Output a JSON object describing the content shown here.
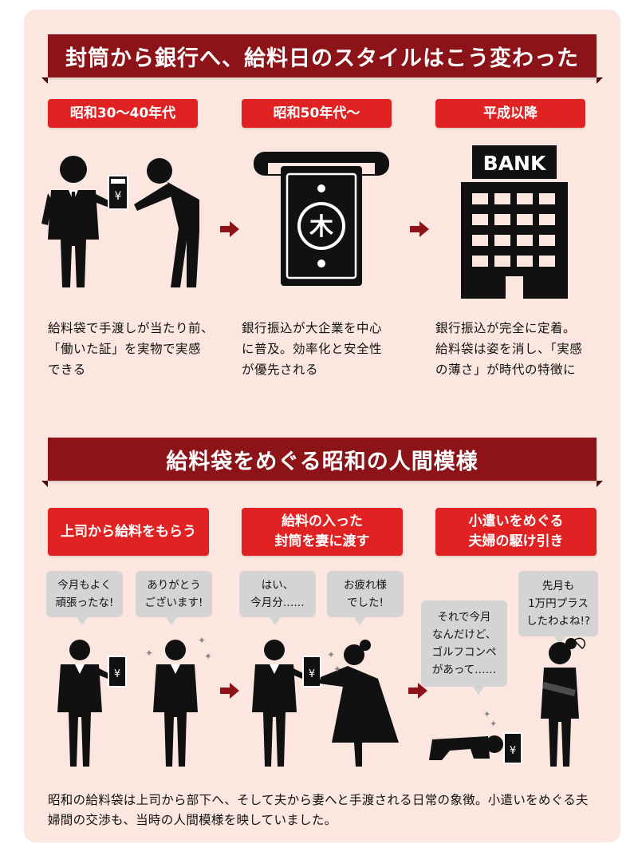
{
  "section1": {
    "title": "封筒から銀行へ、給料日のスタイルはこう変わった",
    "eras": [
      {
        "label": "昭和30〜40年代",
        "description": "給料袋で手渡しが当たり前、\n「働いた証」を実物で実感\nできる"
      },
      {
        "label": "昭和50年代〜",
        "description": "銀行振込が大企業を中心\nに普及。効率化と安全性\nが優先される"
      },
      {
        "label": "平成以降",
        "description": "銀行振込が完全に定着。\n給料袋は姿を消し、「実感\nの薄さ」が時代の特徴に"
      }
    ],
    "yen_mark": "¥",
    "bank_sign": "BANK"
  },
  "section2": {
    "title": "給料袋をめぐる昭和の人間模様",
    "scenes": [
      {
        "label": "上司から給料をもらう",
        "bubbles": [
          "今月もよく\n頑張ったな!",
          "ありがとう\nございます!"
        ]
      },
      {
        "label": "給料の入った\n封筒を妻に渡す",
        "bubbles": [
          "はい、\n今月分……",
          "お疲れ様\nでした!"
        ]
      },
      {
        "label": "小遣いをめぐる\n夫婦の駆け引き",
        "bubbles": [
          "それで今月\nなんだけど、\nゴルフコンペ\nがあって……",
          "先月も\n1万円プラス\nしたわよね!?"
        ]
      }
    ],
    "yen_mark": "¥"
  },
  "footer": "昭和の給料袋は上司から部下へ、そして夫から妻へと手渡される日常の象徴。小遣いをめぐる夫婦間の交渉も、当時の人間模様を映していました。",
  "colors": {
    "banner": "#8c1318",
    "label": "#e02222",
    "arrow": "#8c1318",
    "background": "#fce7e0",
    "bubble": "#d4d4d4"
  }
}
